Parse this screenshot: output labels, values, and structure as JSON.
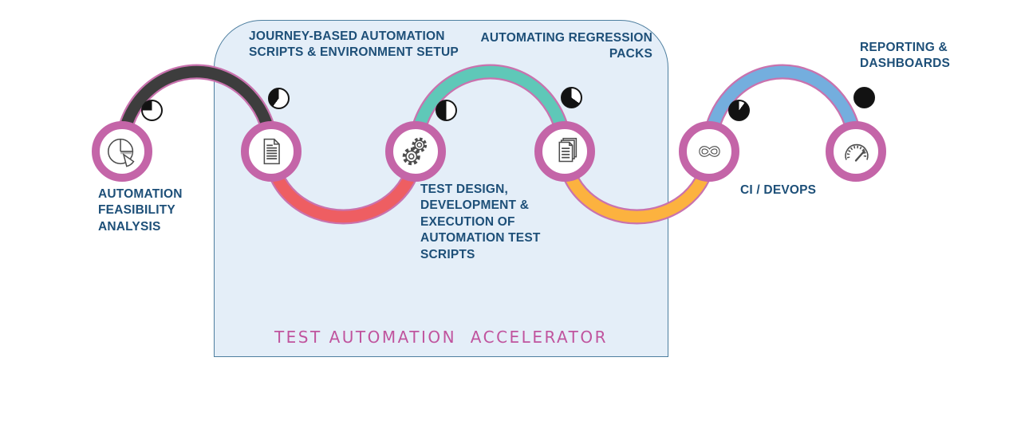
{
  "diagram": {
    "title": "TEST AUTOMATION  ACCELERATOR",
    "stages": [
      {
        "label": "AUTOMATION\nFEASIBILITY\nANALYSIS",
        "icon": "pie-chart-icon",
        "progress_percent": 25
      },
      {
        "label": "JOURNEY-BASED AUTOMATION\nSCRIPTS & ENVIRONMENT SETUP",
        "icon": "document-icon",
        "progress_percent": 40
      },
      {
        "label": "TEST DESIGN,\nDEVELOPMENT &\nEXECUTION OF\nAUTOMATION TEST\nSCRIPTS",
        "icon": "gears-icon",
        "progress_percent": 50
      },
      {
        "label": "AUTOMATING REGRESSION\nPACKS",
        "icon": "stacked-documents-icon",
        "progress_percent": 65
      },
      {
        "label": "CI / DEVOPS",
        "icon": "infinity-icon",
        "progress_percent": 90
      },
      {
        "label": "REPORTING &\nDASHBOARDS",
        "icon": "gauge-icon",
        "progress_percent": 100
      }
    ],
    "arcs": [
      {
        "from_stage": 1,
        "to_stage": 2,
        "color": "#3d3d3d",
        "direction": "up"
      },
      {
        "from_stage": 2,
        "to_stage": 3,
        "color": "#ee5e62",
        "direction": "down"
      },
      {
        "from_stage": 3,
        "to_stage": 4,
        "color": "#5fc8b8",
        "direction": "up"
      },
      {
        "from_stage": 4,
        "to_stage": 5,
        "color": "#fcb23f",
        "direction": "down"
      },
      {
        "from_stage": 5,
        "to_stage": 6,
        "color": "#74aede",
        "direction": "up"
      }
    ],
    "colors": {
      "node_ring": "#c465a8",
      "arc_outline": "#c972ae",
      "label_text": "#1d4f78",
      "title_text": "#c0549e",
      "box_fill": "#e4eef8",
      "box_border": "#4d7e9f",
      "moon_fill": "#121212"
    }
  }
}
